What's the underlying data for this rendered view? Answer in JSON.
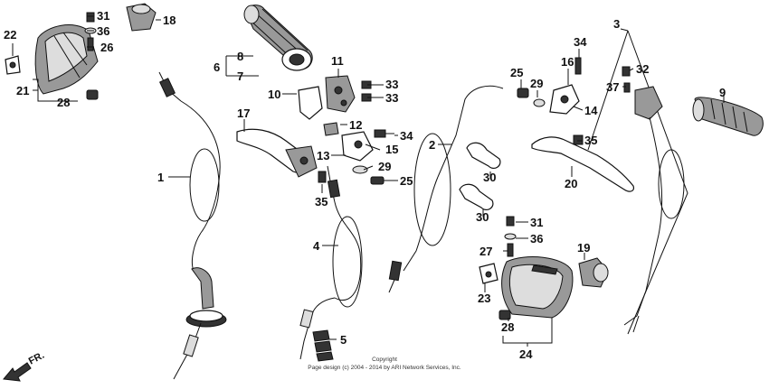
{
  "diagram": {
    "callouts": [
      {
        "id": "p31a",
        "label": "31"
      },
      {
        "id": "p18",
        "label": "18"
      },
      {
        "id": "p36a",
        "label": "36"
      },
      {
        "id": "p22",
        "label": "22"
      },
      {
        "id": "p26",
        "label": "26"
      },
      {
        "id": "p21",
        "label": "21"
      },
      {
        "id": "p28a",
        "label": "28"
      },
      {
        "id": "p8",
        "label": "8"
      },
      {
        "id": "p6",
        "label": "6"
      },
      {
        "id": "p7",
        "label": "7"
      },
      {
        "id": "p11",
        "label": "11"
      },
      {
        "id": "p33a",
        "label": "33"
      },
      {
        "id": "p33b",
        "label": "33"
      },
      {
        "id": "p10",
        "label": "10"
      },
      {
        "id": "p17",
        "label": "17"
      },
      {
        "id": "p1",
        "label": "1"
      },
      {
        "id": "p12",
        "label": "12"
      },
      {
        "id": "p34a",
        "label": "34"
      },
      {
        "id": "p13",
        "label": "13"
      },
      {
        "id": "p15",
        "label": "15"
      },
      {
        "id": "p29a",
        "label": "29"
      },
      {
        "id": "p25a",
        "label": "25"
      },
      {
        "id": "p35a",
        "label": "35"
      },
      {
        "id": "p4",
        "label": "4"
      },
      {
        "id": "p5",
        "label": "5"
      },
      {
        "id": "p2",
        "label": "2"
      },
      {
        "id": "p25b",
        "label": "25"
      },
      {
        "id": "p29b",
        "label": "29"
      },
      {
        "id": "p34b",
        "label": "34"
      },
      {
        "id": "p16",
        "label": "16"
      },
      {
        "id": "p14",
        "label": "14"
      },
      {
        "id": "p3",
        "label": "3"
      },
      {
        "id": "p32",
        "label": "32"
      },
      {
        "id": "p37",
        "label": "37"
      },
      {
        "id": "p9",
        "label": "9"
      },
      {
        "id": "p30a",
        "label": "30"
      },
      {
        "id": "p30b",
        "label": "30"
      },
      {
        "id": "p35b",
        "label": "35"
      },
      {
        "id": "p20",
        "label": "20"
      },
      {
        "id": "p31b",
        "label": "31"
      },
      {
        "id": "p36b",
        "label": "36"
      },
      {
        "id": "p27",
        "label": "27"
      },
      {
        "id": "p19",
        "label": "19"
      },
      {
        "id": "p23",
        "label": "23"
      },
      {
        "id": "p28b",
        "label": "28"
      },
      {
        "id": "p24",
        "label": "24"
      }
    ],
    "direction_label": "FR.",
    "copyright_line1": "Copyright",
    "copyright_line2": "Page design (c) 2004 - 2014 by ARI Network Services, Inc."
  }
}
